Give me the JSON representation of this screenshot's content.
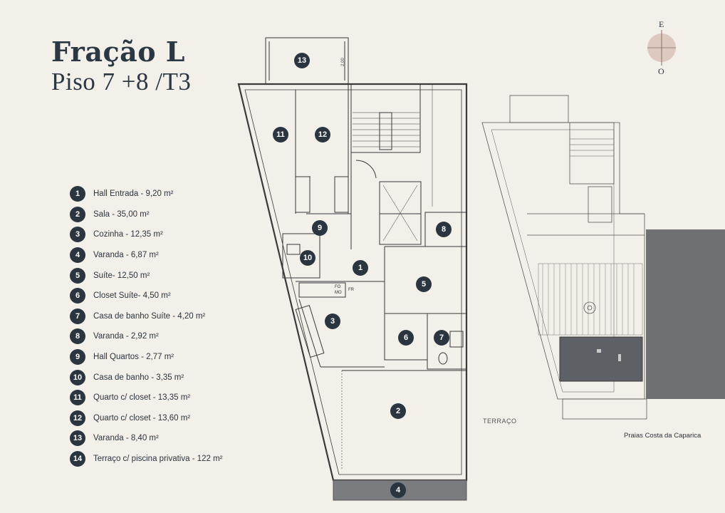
{
  "header": {
    "title": "Fração L",
    "subtitle": "Piso 7 +8 /T3"
  },
  "compass": {
    "north": "E",
    "south": "O"
  },
  "legend": [
    {
      "num": "1",
      "label": "Hall Entrada - 9,20 m²"
    },
    {
      "num": "2",
      "label": "Sala - 35,00 m²"
    },
    {
      "num": "3",
      "label": "Cozinha - 12,35 m²"
    },
    {
      "num": "4",
      "label": "Varanda - 6,87 m²"
    },
    {
      "num": "5",
      "label": "Suíte- 12,50 m²"
    },
    {
      "num": "6",
      "label": "Closet Suíte- 4,50 m²"
    },
    {
      "num": "7",
      "label": "Casa de banho Suíte - 4,20 m²"
    },
    {
      "num": "8",
      "label": "Varanda - 2,92 m²"
    },
    {
      "num": "9",
      "label": "Hall Quartos - 2,77 m²"
    },
    {
      "num": "10",
      "label": "Casa de banho -  3,35 m²"
    },
    {
      "num": "11",
      "label": "Quarto c/ closet - 13,35 m²"
    },
    {
      "num": "12",
      "label": "Quarto c/ closet - 13,60 m²"
    },
    {
      "num": "13",
      "label": "Varanda - 8,40 m²"
    },
    {
      "num": "14",
      "label": "Terraço c/ piscina privativa - 122 m²"
    }
  ],
  "plan_markers": [
    "13",
    "11",
    "12",
    "9",
    "8",
    "10",
    "1",
    "5",
    "3",
    "6",
    "7",
    "2",
    "4"
  ],
  "plan_labels": {
    "terraco": "TERRAÇO",
    "fo": "FO",
    "mo": "MO",
    "fr": "FR",
    "dim_200": "2,00"
  },
  "caption": "Praias Costa da Caparica",
  "colors": {
    "badge": "#2a3540",
    "background": "#f3efe9",
    "terrace_gray": "#6e7073"
  }
}
